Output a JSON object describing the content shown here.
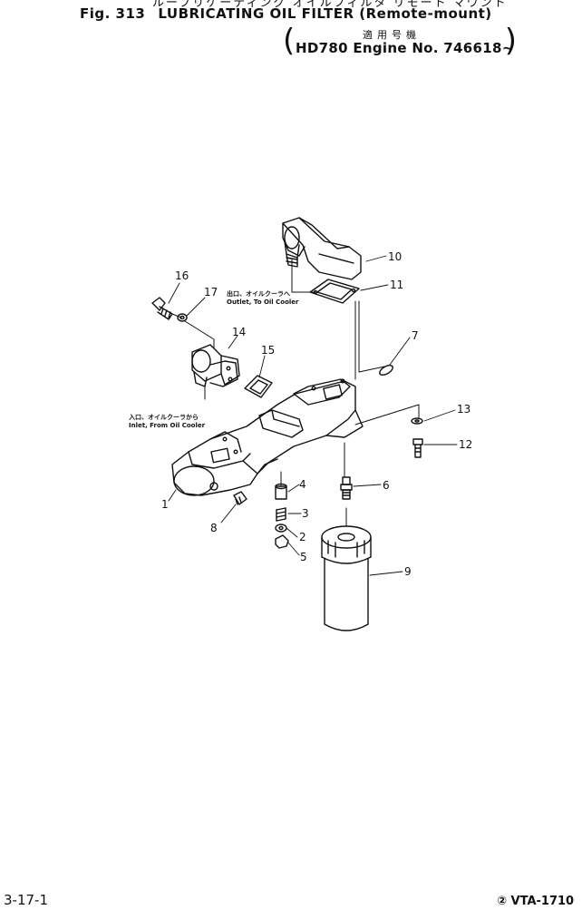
{
  "header": {
    "title_jp": "ルーブリケーティング オイルフィルタ リモート マウント",
    "fig_no": "Fig. 313",
    "title": "LUBRICATING OIL FILTER (Remote-mount)"
  },
  "applicability": {
    "label_jp": "適用号機",
    "text": "HD780 Engine No. 746618~"
  },
  "notes": {
    "outlet_jp": "出口、オイルクーラへ",
    "outlet_en": "Outlet, To Oil Cooler",
    "inlet_jp": "入口、オイルクーラから",
    "inlet_en": "Inlet, From Oil Cooler"
  },
  "callouts": {
    "c1": "1",
    "c2": "2",
    "c3": "3",
    "c4": "4",
    "c5": "5",
    "c6": "6",
    "c7": "7",
    "c8": "8",
    "c9": "9",
    "c10": "10",
    "c11": "11",
    "c12": "12",
    "c13": "13",
    "c14": "14",
    "c15": "15",
    "c16": "16",
    "c17": "17"
  },
  "footer": {
    "page": "3-17-1",
    "doc_id": "② VTA-1710"
  }
}
